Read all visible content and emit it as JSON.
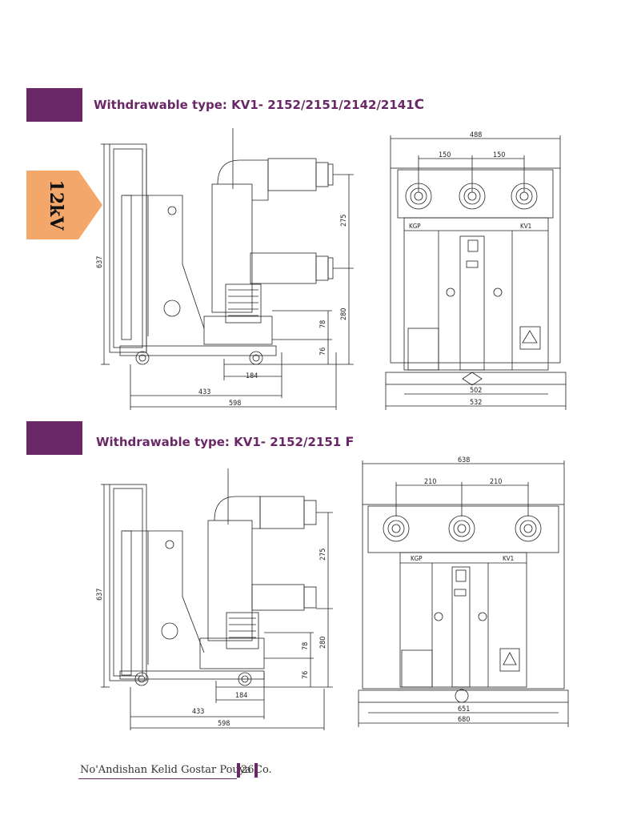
{
  "section1": {
    "title": "Withdrawable type: KV1- 2152/2151/2142/2141",
    "suffix": "C",
    "side_dims": [
      "637",
      "275",
      "280",
      "78",
      "76",
      "184",
      "433",
      "598"
    ],
    "front_dims": [
      "488",
      "150",
      "150",
      "502",
      "532"
    ],
    "front_labels": [
      "KGP",
      "KV1"
    ]
  },
  "section2": {
    "title": "Withdrawable type: KV1- 2152/2151",
    "suffix": "F",
    "side_dims": [
      "637",
      "275",
      "280",
      "78",
      "76",
      "184",
      "433",
      "598"
    ],
    "front_dims": [
      "638",
      "210",
      "210",
      "651",
      "680"
    ],
    "front_labels": [
      "KGP",
      "KV1"
    ]
  },
  "tab_label": "12kV",
  "footer": {
    "company": "No'Andishan Kelid Gostar Pouya Co.",
    "page": "26"
  },
  "colors": {
    "accent": "#6a2766",
    "tab": "#f4a76b"
  }
}
